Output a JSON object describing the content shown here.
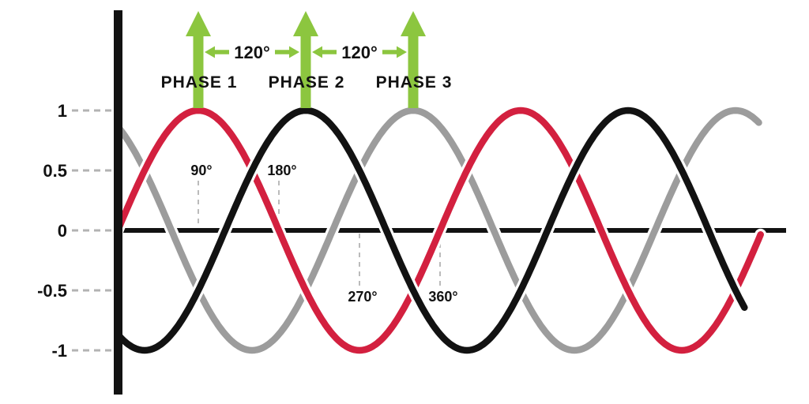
{
  "colors": {
    "background": "#FFFFFF",
    "ink": "#121212",
    "phase1_red": "#D3203F",
    "phase2_black": "#121212",
    "phase3_gray": "#9C9C9C",
    "arrow_green": "#8CC63F",
    "dash_gray": "#B3B3B3",
    "marker_dash_gray": "#BBBBBB"
  },
  "chart_data": {
    "type": "line",
    "title": "",
    "xlabel": "",
    "ylabel": "",
    "x_unit": "degrees",
    "x_range_deg": [
      0,
      720
    ],
    "ylim": [
      -1,
      1
    ],
    "grid": "off",
    "legend": "none",
    "y_ticks": [
      {
        "value": 1,
        "label": "1"
      },
      {
        "value": 0.5,
        "label": "0.5"
      },
      {
        "value": 0,
        "label": "0"
      },
      {
        "value": -0.5,
        "label": "-0.5"
      },
      {
        "value": -1,
        "label": "-1"
      }
    ],
    "x_markers": [
      {
        "deg": 90,
        "label": "90°",
        "label_side": "above"
      },
      {
        "deg": 180,
        "label": "180°",
        "label_side": "above"
      },
      {
        "deg": 270,
        "label": "270°",
        "label_side": "below"
      },
      {
        "deg": 360,
        "label": "360°",
        "label_side": "below"
      }
    ],
    "series": [
      {
        "name": "Phase 3",
        "function": "sine",
        "color_key": "phase3_gray",
        "amplitude": 1,
        "phase_shift_deg": 120,
        "start_deg": 0,
        "end_deg": 716,
        "period_deg": 360
      },
      {
        "name": "Phase 1",
        "function": "sine",
        "color_key": "phase1_red",
        "amplitude": 1,
        "phase_shift_deg": 0,
        "start_deg": 0,
        "end_deg": 719,
        "period_deg": 360
      },
      {
        "name": "Phase 2",
        "function": "sine",
        "color_key": "phase2_black",
        "amplitude": 1,
        "phase_shift_deg": -120,
        "start_deg": 0,
        "end_deg": 700,
        "period_deg": 360
      }
    ]
  },
  "phase_markers": [
    {
      "label": "PHASE 1",
      "peak_deg": 90,
      "icon": "up-arrow"
    },
    {
      "label": "PHASE 2",
      "peak_deg": 210,
      "icon": "up-arrow"
    },
    {
      "label": "PHASE 3",
      "peak_deg": 330,
      "icon": "up-arrow"
    }
  ],
  "spacing_arrows": [
    {
      "label": "120°",
      "from_peak_deg": 90,
      "to_peak_deg": 210
    },
    {
      "label": "120°",
      "from_peak_deg": 210,
      "to_peak_deg": 330
    }
  ]
}
